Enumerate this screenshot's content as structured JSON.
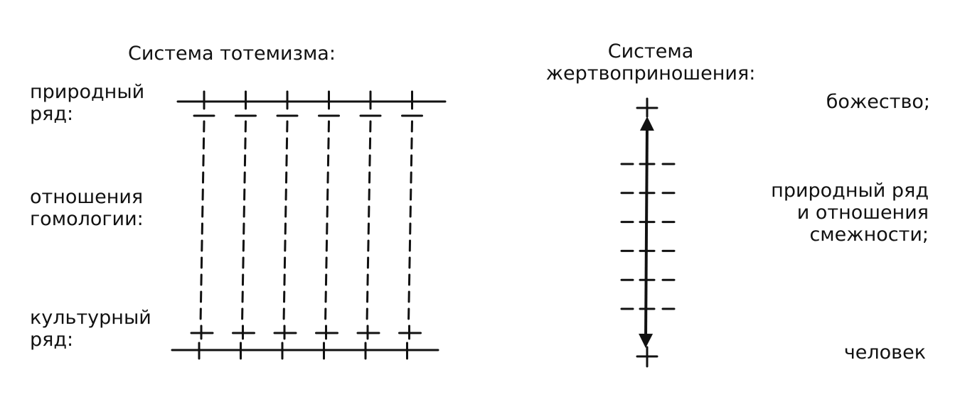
{
  "totemism": {
    "title": "Система тотемизма:",
    "labels": {
      "natural_series": [
        "природный",
        "ряд:"
      ],
      "homology_relations": [
        "отношения",
        "гомологии:"
      ],
      "cultural_series": [
        "культурный",
        "ряд:"
      ]
    },
    "pair_count": 6
  },
  "sacrifice": {
    "title": [
      "Система",
      "жертвоприношения:"
    ],
    "labels": {
      "deity": "божество;",
      "natural_series_contiguity": [
        "природный ряд",
        "и отношения",
        "смежности;"
      ],
      "human": "человек"
    },
    "intermediate_count": 6
  }
}
